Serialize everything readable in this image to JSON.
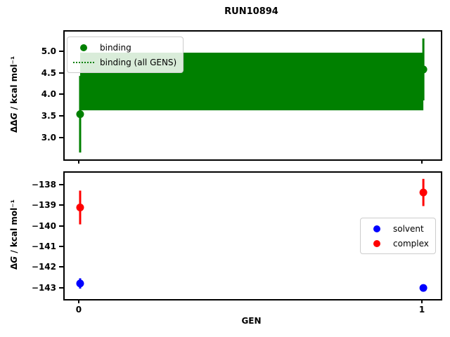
{
  "title": "RUN10894",
  "colors": {
    "binding": "#008000",
    "band": "#008000",
    "solvent": "#0000ff",
    "complex": "#ff0000",
    "spine": "#000000",
    "legend_border": "#cccccc"
  },
  "chart_data": [
    {
      "type": "scatter",
      "title": "RUN10894",
      "ylabel": "ΔΔG / kcal mol⁻¹",
      "ylabel_parts": {
        "prefix": "ΔΔ",
        "sym": "G",
        "units": " / kcal mol⁻¹"
      },
      "x": [
        0,
        1
      ],
      "series": [
        {
          "name": "binding",
          "color": "#008000",
          "values": [
            3.57,
            4.61
          ],
          "yerr": [
            0.89,
            0.72
          ]
        }
      ],
      "band": {
        "name": "binding (all GENS)",
        "color": "#008000",
        "line_style": "dotted",
        "low": 3.66,
        "high": 5.0,
        "x_range": [
          0,
          1
        ]
      },
      "xlim": [
        -0.045,
        1.051
      ],
      "ylim": [
        2.52,
        5.49
      ],
      "yticks": [
        5.0,
        4.5,
        4.0,
        3.5,
        3.0
      ],
      "ytick_labels": [
        "5.0",
        "4.5",
        "4.0",
        "3.5",
        "3.0"
      ],
      "xticks": [
        0,
        1
      ],
      "xtick_labels": null,
      "legend_position": "upper left",
      "grid": false
    },
    {
      "type": "scatter",
      "xlabel": "GEN",
      "ylabel": "ΔG / kcal mol⁻¹",
      "ylabel_parts": {
        "prefix": "Δ",
        "sym": "G",
        "units": " / kcal mol⁻¹"
      },
      "x": [
        0,
        1
      ],
      "series": [
        {
          "name": "solvent",
          "color": "#0000ff",
          "values": [
            -142.73,
            -142.95
          ],
          "yerr": [
            0.25,
            0.15
          ]
        },
        {
          "name": "complex",
          "color": "#ff0000",
          "values": [
            -139.04,
            -138.31
          ],
          "yerr": [
            0.82,
            0.66
          ]
        }
      ],
      "xlim": [
        -0.045,
        1.051
      ],
      "ylim": [
        -143.49,
        -137.35
      ],
      "yticks": [
        -138,
        -139,
        -140,
        -141,
        -142,
        -143
      ],
      "ytick_labels": [
        "−138",
        "−139",
        "−140",
        "−141",
        "−142",
        "−143"
      ],
      "xticks": [
        0,
        1
      ],
      "xtick_labels": [
        "0",
        "1"
      ],
      "legend_position": "center right",
      "grid": false
    }
  ]
}
